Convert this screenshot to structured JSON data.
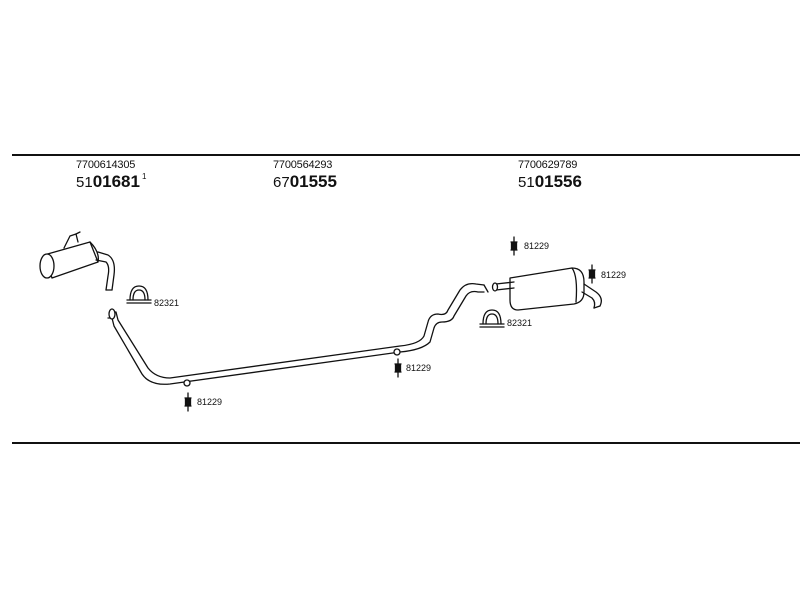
{
  "parts": [
    {
      "oem_number": "7700614305",
      "ref_prefix": "51",
      "ref_main": "01681",
      "ref_suffix": "1"
    },
    {
      "oem_number": "7700564293",
      "ref_prefix": "67",
      "ref_main": "01555",
      "ref_suffix": ""
    },
    {
      "oem_number": "7700629789",
      "ref_prefix": "51",
      "ref_main": "01556",
      "ref_suffix": ""
    }
  ],
  "callouts": {
    "clamp_left": "82321",
    "clamp_right": "82321",
    "hanger_front_pipe": "81229",
    "hanger_mid_pipe": "81229",
    "hanger_rear_top": "81229",
    "hanger_rear_box": "81229"
  },
  "icons": {
    "clamp": "clamp-icon",
    "hanger": "rubber-hanger-icon"
  },
  "colors": {
    "line": "#111111",
    "background": "#ffffff"
  }
}
